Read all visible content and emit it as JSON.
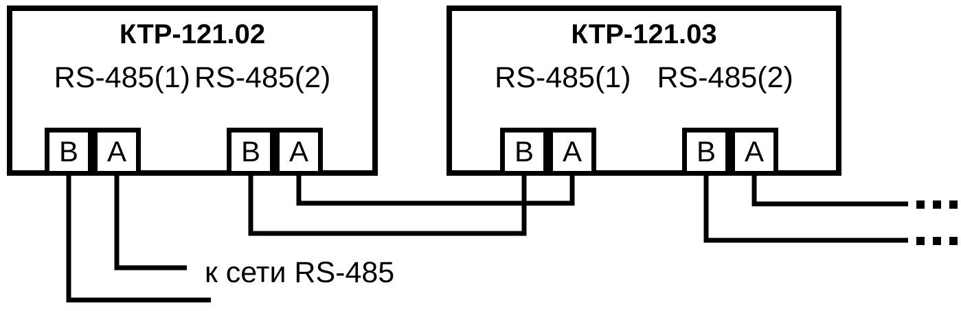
{
  "diagram": {
    "devices": [
      {
        "title": "КТР-121.02",
        "ports": [
          {
            "label": "RS-485(1)",
            "terminals": [
              "В",
              "А"
            ]
          },
          {
            "label": "RS-485(2)",
            "terminals": [
              "В",
              "А"
            ]
          }
        ]
      },
      {
        "title": "КТР-121.03",
        "ports": [
          {
            "label": "RS-485(1)",
            "terminals": [
              "В",
              "А"
            ]
          },
          {
            "label": "RS-485(2)",
            "terminals": [
              "В",
              "А"
            ]
          }
        ]
      }
    ],
    "annotations": {
      "network_label": "к сети RS-485",
      "continuation_marker": "..."
    },
    "colors": {
      "line": "#000000",
      "background": "#ffffff"
    }
  }
}
